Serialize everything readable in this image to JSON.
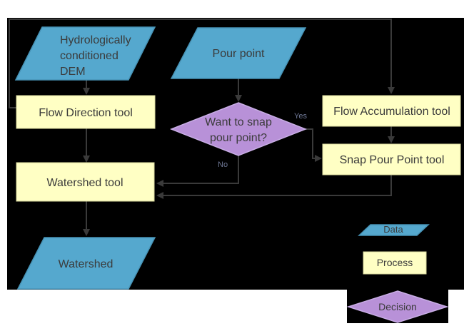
{
  "colors": {
    "page": "#ffffff",
    "background": "#000000",
    "data_fill": "#55a8ce",
    "data_border": "#4793b6",
    "process_fill": "#ffffc4",
    "process_border": "#dada9e",
    "decision_fill": "#b891d8",
    "decision_border": "#c9aee6",
    "line": "#3a3a3a",
    "text": "#3b3b3b",
    "label": "#6e7795"
  },
  "nodes": {
    "dem": {
      "type": "data",
      "lines": [
        "Hydrologically",
        "conditioned",
        "DEM"
      ]
    },
    "flow_direction": {
      "type": "process",
      "label": "Flow Direction tool"
    },
    "pour_point": {
      "type": "data",
      "label": "Pour point"
    },
    "snap_decision": {
      "type": "decision",
      "lines": [
        "Want to snap",
        "pour point?"
      ]
    },
    "flow_accumulation": {
      "type": "process",
      "label": "Flow Accumulation tool"
    },
    "snap_pour_point": {
      "type": "process",
      "label": "Snap Pour Point tool"
    },
    "watershed_tool": {
      "type": "process",
      "label": "Watershed tool"
    },
    "watershed": {
      "type": "data",
      "label": "Watershed"
    }
  },
  "edges": [
    {
      "from": "dem",
      "to": "flow_direction",
      "label": ""
    },
    {
      "from": "flow_direction",
      "to": "flow_accumulation",
      "label": ""
    },
    {
      "from": "flow_direction",
      "to": "watershed_tool",
      "label": ""
    },
    {
      "from": "pour_point",
      "to": "snap_decision",
      "label": ""
    },
    {
      "from": "flow_accumulation",
      "to": "snap_pour_point",
      "label": ""
    },
    {
      "from": "snap_decision",
      "to": "snap_pour_point",
      "label": "Yes"
    },
    {
      "from": "snap_decision",
      "to": "watershed_tool",
      "label": "No"
    },
    {
      "from": "snap_pour_point",
      "to": "watershed_tool",
      "label": ""
    },
    {
      "from": "watershed_tool",
      "to": "watershed",
      "label": ""
    }
  ],
  "legend": {
    "data": "Data",
    "process": "Process",
    "decision": "Decision"
  }
}
